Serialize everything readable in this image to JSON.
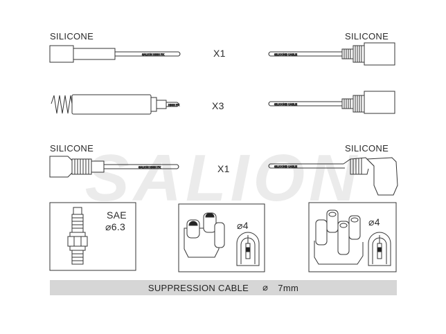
{
  "labels": {
    "silicone_top_left": "SILICONE",
    "silicone_top_right": "SILICONE",
    "silicone_bottom_left": "SILICONE",
    "silicone_bottom_right": "SILICONE"
  },
  "quantities": {
    "row1": "X1",
    "row2": "X3",
    "row3": "X1"
  },
  "cable_prints": {
    "row1_left": "SALION HIGH FX",
    "row1_right": "SILICONE CABLE",
    "row2_left": "HIGH FX",
    "row2_right": "SILICONE CABLE",
    "row3_left": "SALION HIGH FX",
    "row3_right": "SILICONE CABLE"
  },
  "watermark": "SALION",
  "boxes": {
    "spark_plug": {
      "standard": "SAE",
      "diameter": "6.3"
    },
    "distributor_1": {
      "diameter": "4"
    },
    "distributor_2": {
      "diameter": "4"
    }
  },
  "footer": {
    "text": "SUPPRESSION CABLE",
    "diameter_symbol": "⌀",
    "size": "7mm"
  },
  "colors": {
    "outline": "#333333",
    "footer_bg": "#d6d6d6",
    "watermark": "#e6e6e6"
  }
}
